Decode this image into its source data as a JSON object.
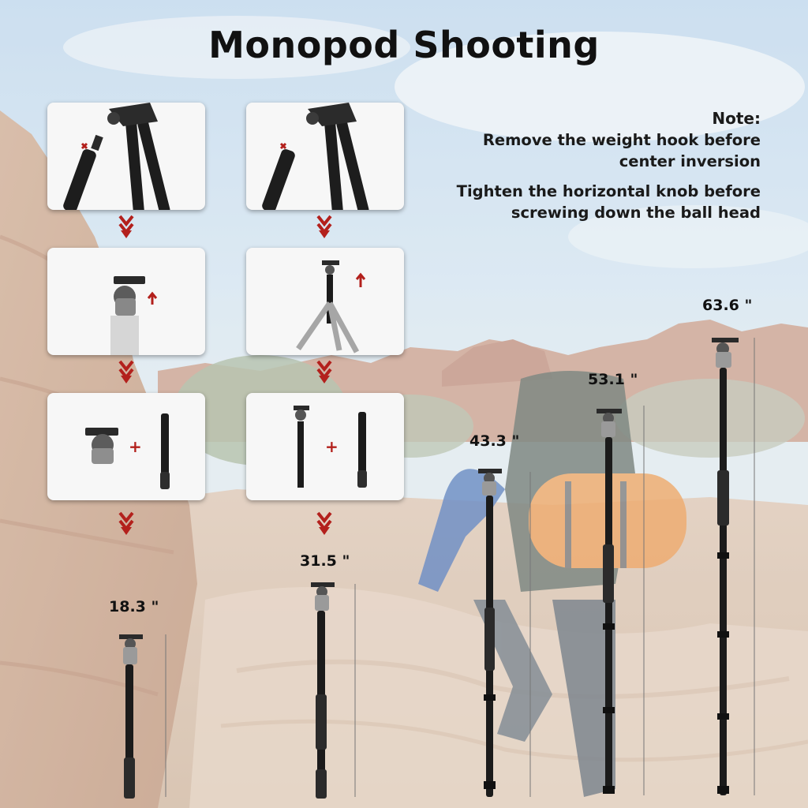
{
  "title": "Monopod Shooting",
  "note": {
    "heading": "Note:",
    "line1a": "Remove the weight hook before",
    "line1b": "center inversion",
    "line2a": "Tighten the horizontal knob before",
    "line2b": "screwing down the ball head"
  },
  "steps": {
    "plus_symbol": "+"
  },
  "heights": [
    {
      "label": "18.3 \""
    },
    {
      "label": "31.5 \""
    },
    {
      "label": "43.3 \""
    },
    {
      "label": "53.1 \""
    },
    {
      "label": "63.6 \""
    }
  ],
  "colors": {
    "arrow_red": "#b3201c",
    "title_text": "#111111",
    "pole_black": "#1b1b1b"
  }
}
